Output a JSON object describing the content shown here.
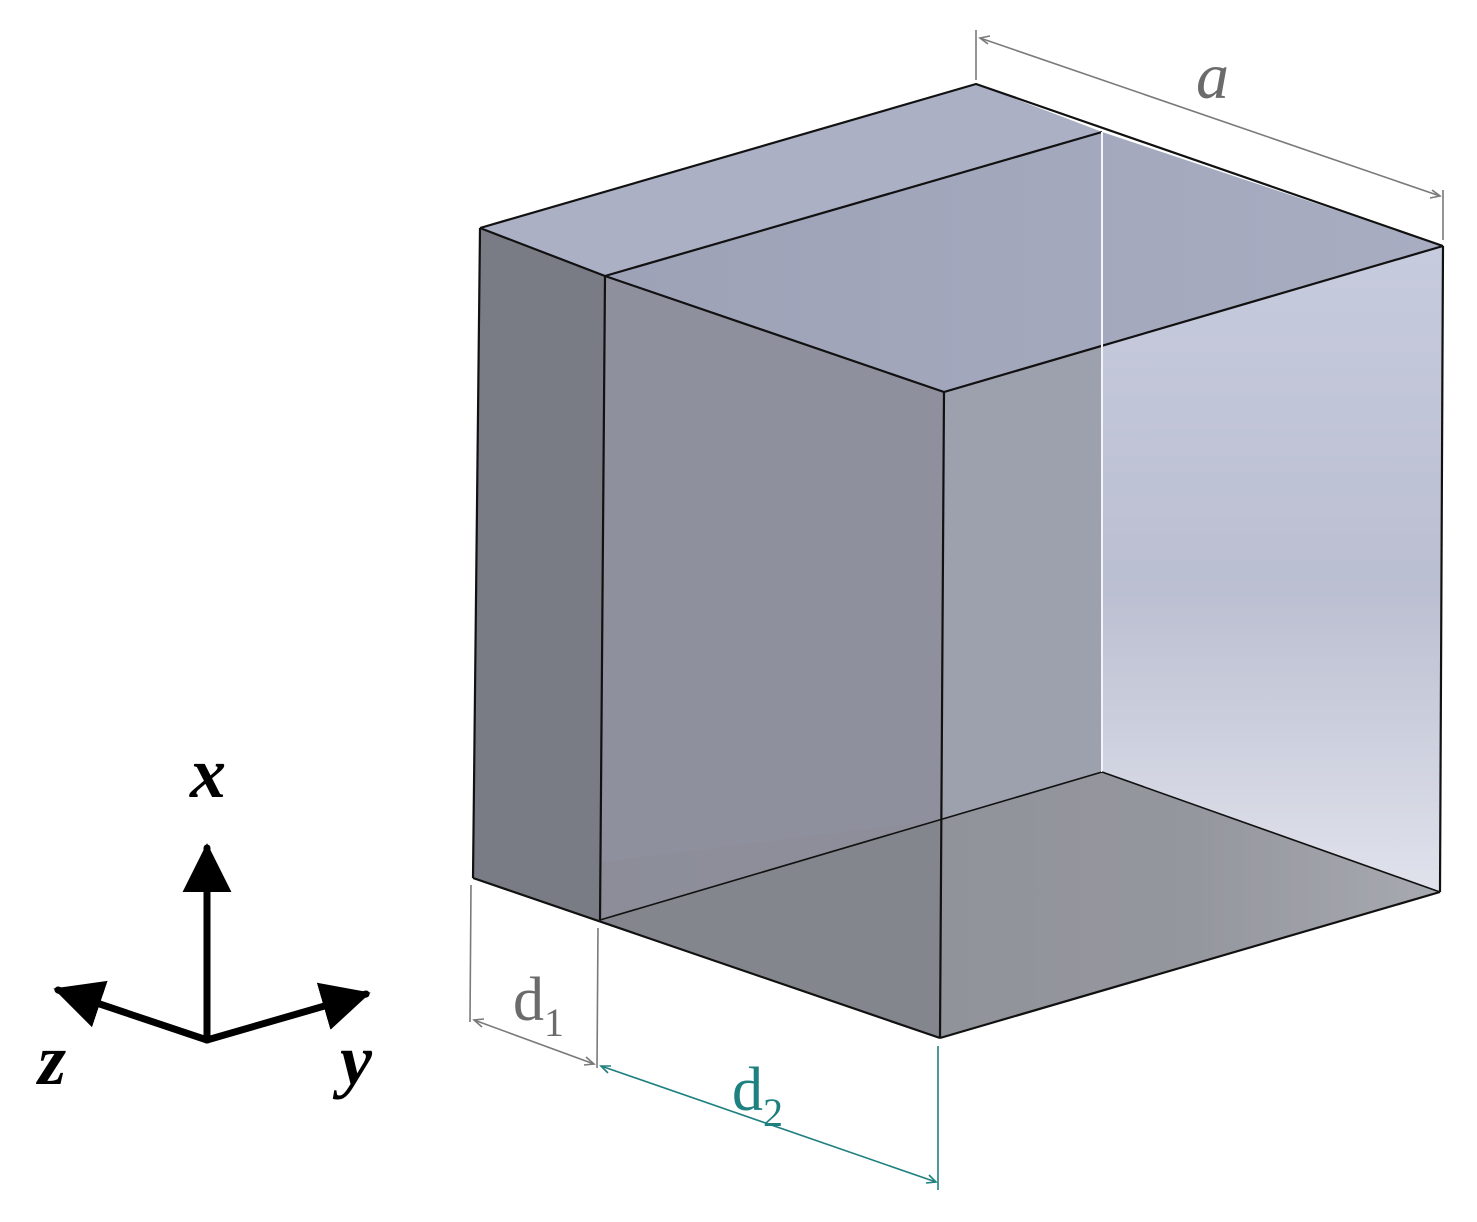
{
  "labels": {
    "a": "a",
    "d1_main": "d",
    "d1_sub": "1",
    "d2_main": "d",
    "d2_sub": "2"
  },
  "axes": {
    "x": "x",
    "y": "y",
    "z": "z"
  },
  "colors": {
    "label_gray": "#6b6b6b",
    "d2_teal": "#1f8080",
    "edge": "#111111",
    "axis": "#000000",
    "dim_line_gray": "#7a7a7a"
  }
}
